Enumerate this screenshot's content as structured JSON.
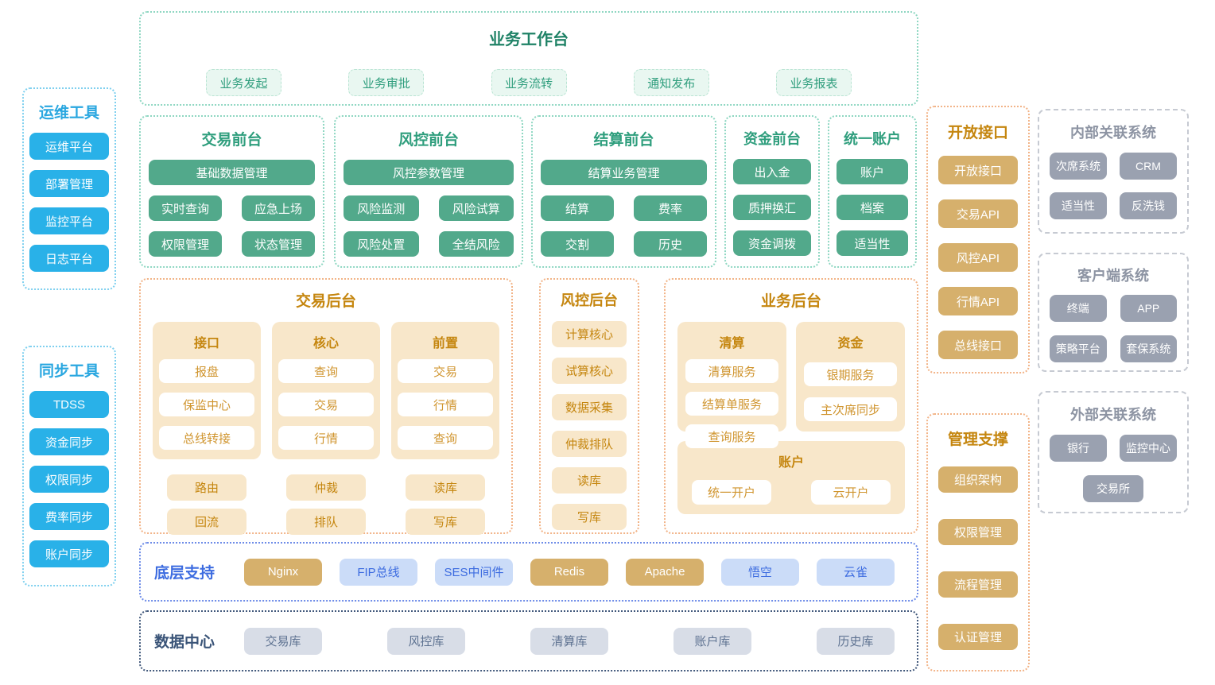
{
  "left_ops": {
    "title": "运维工具",
    "items": [
      "运维平台",
      "部署管理",
      "监控平台",
      "日志平台"
    ]
  },
  "left_sync": {
    "title": "同步工具",
    "items": [
      "TDSS",
      "资金同步",
      "权限同步",
      "费率同步",
      "账户同步"
    ]
  },
  "workbench": {
    "title": "业务工作台",
    "items": [
      "业务发起",
      "业务审批",
      "业务流转",
      "通知发布",
      "业务报表"
    ]
  },
  "front": {
    "trade": {
      "title": "交易前台",
      "full": "基础数据管理",
      "items": [
        "实时查询",
        "应急上场",
        "权限管理",
        "状态管理"
      ]
    },
    "risk": {
      "title": "风控前台",
      "full": "风控参数管理",
      "items": [
        "风险监测",
        "风险试算",
        "风险处置",
        "全结风险"
      ]
    },
    "settle": {
      "title": "结算前台",
      "full": "结算业务管理",
      "items": [
        "结算",
        "费率",
        "交割",
        "历史"
      ]
    },
    "fund": {
      "title": "资金前台",
      "items": [
        "出入金",
        "质押换汇",
        "资金调拨"
      ]
    },
    "account": {
      "title": "统一账户",
      "items": [
        "账户",
        "档案",
        "适当性"
      ]
    }
  },
  "trade_back": {
    "title": "交易后台",
    "groups": [
      {
        "title": "接口",
        "items": [
          "报盘",
          "保监中心",
          "总线转接"
        ]
      },
      {
        "title": "核心",
        "items": [
          "查询",
          "交易",
          "行情"
        ]
      },
      {
        "title": "前置",
        "items": [
          "交易",
          "行情",
          "查询"
        ]
      }
    ],
    "row1": [
      "路由",
      "仲裁",
      "读库"
    ],
    "row2": [
      "回流",
      "排队",
      "写库"
    ]
  },
  "risk_back": {
    "title": "风控后台",
    "items": [
      "计算核心",
      "试算核心",
      "数据采集",
      "仲裁排队",
      "读库",
      "写库"
    ]
  },
  "biz_back": {
    "title": "业务后台",
    "groups": [
      {
        "title": "清算",
        "items": [
          "清算服务",
          "结算单服务",
          "查询服务"
        ]
      },
      {
        "title": "资金",
        "items": [
          "银期服务",
          "主次席同步"
        ]
      }
    ],
    "account": {
      "title": "账户",
      "items": [
        "统一开户",
        "云开户"
      ]
    }
  },
  "base_support": {
    "title": "底层支持",
    "items": [
      {
        "label": "Nginx",
        "variant": "gold"
      },
      {
        "label": "FIP总线",
        "variant": "blue"
      },
      {
        "label": "SES中间件",
        "variant": "blue"
      },
      {
        "label": "Redis",
        "variant": "gold"
      },
      {
        "label": "Apache",
        "variant": "gold"
      },
      {
        "label": "悟空",
        "variant": "blue"
      },
      {
        "label": "云雀",
        "variant": "blue"
      }
    ]
  },
  "data_center": {
    "title": "数据中心",
    "items": [
      "交易库",
      "风控库",
      "清算库",
      "账户库",
      "历史库"
    ]
  },
  "open_api": {
    "title": "开放接口",
    "items": [
      "开放接口",
      "交易API",
      "风控API",
      "行情API",
      "总线接口"
    ]
  },
  "mgmt": {
    "title": "管理支撑",
    "items": [
      "组织架构",
      "权限管理",
      "流程管理",
      "认证管理"
    ]
  },
  "internal_sys": {
    "title": "内部关联系统",
    "items": [
      "次席系统",
      "CRM",
      "适当性",
      "反洗钱"
    ]
  },
  "client_sys": {
    "title": "客户端系统",
    "items": [
      "终端",
      "APP",
      "策略平台",
      "套保系统"
    ]
  },
  "external_sys": {
    "title": "外部关联系统",
    "items": [
      "银行",
      "监控中心",
      "交易所"
    ]
  },
  "colors": {
    "green_button": "#52a98b",
    "green_title": "#2f9e7d",
    "mint_bg": "#e9f7f1",
    "orange_title": "#c5860f",
    "tan_bg": "#f8e7ca",
    "gold_button": "#d6b06c",
    "cyan_button": "#29b1e8",
    "royal_blue": "#3d6ce0",
    "light_blue_chip": "#cbdcf8",
    "navy_title": "#3a5478",
    "gray_chip": "#9aa1b0",
    "data_chip": "#d8dde7"
  }
}
